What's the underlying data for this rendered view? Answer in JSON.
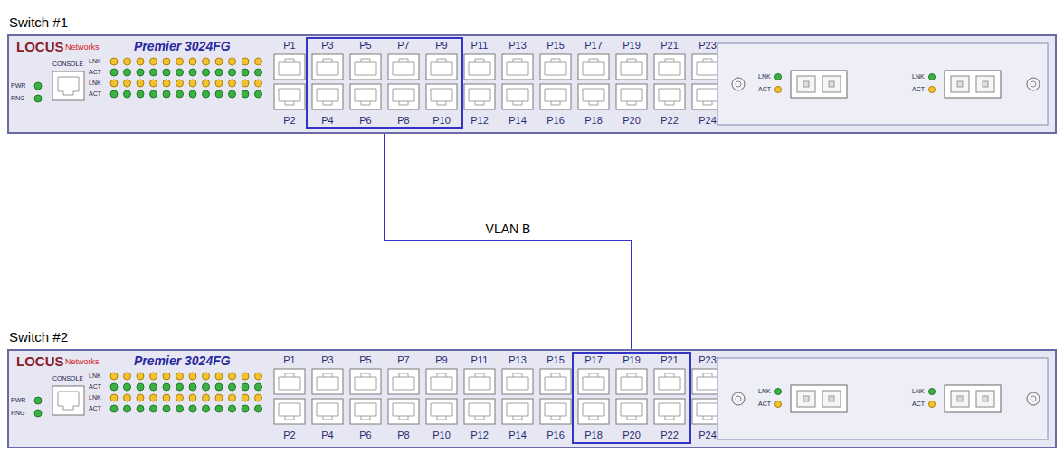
{
  "diagram": {
    "nodes": [
      {
        "text": [
          "Switch #1",
          "LOCUS",
          "Networks",
          "Premier 3024FG",
          "CONSOLE",
          "PWR",
          "RNG",
          "LNK",
          "ACT",
          "LNK",
          "ACT",
          "P1",
          "P2",
          "P11",
          "P12",
          "P13",
          "P14",
          "P15",
          "P16",
          "P17",
          "P18",
          "P19",
          "P20",
          "P21",
          "P22",
          "P23",
          "P24",
          "LNK",
          "ACT",
          "LNK",
          "ACT"
        ]
      },
      {
        "text": [
          "P3",
          "P5",
          "P7",
          "P9",
          "P4",
          "P6",
          "P8",
          "P10"
        ],
        "in": 0
      },
      {
        "text": [
          "Switch #2",
          "LOCUS",
          "Networks",
          "Premier 3024FG",
          "CONSOLE",
          "PWR",
          "RNG",
          "LNK",
          "ACT",
          "LNK",
          "ACT",
          "P1",
          "P2",
          "P3",
          "P4",
          "P5",
          "P6",
          "P7",
          "P8",
          "P9",
          "P10",
          "P11",
          "P12",
          "P13",
          "P14",
          "P15",
          "P16",
          "P23",
          "P24",
          "LNK",
          "ACT",
          "LNK",
          "ACT"
        ]
      },
      {
        "text": [
          "P17",
          "P19",
          "P21",
          "P18",
          "P20",
          "P22"
        ],
        "in": 2
      }
    ],
    "edges": [
      {
        "from": 1,
        "to": 3,
        "label": "VLAN B",
        "arrow": "none"
      }
    ]
  }
}
